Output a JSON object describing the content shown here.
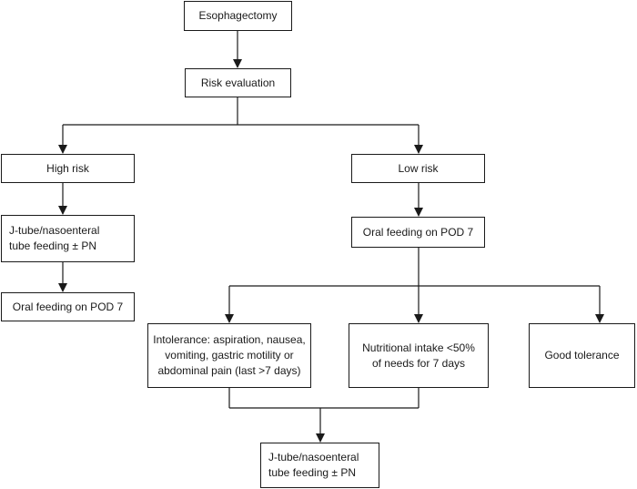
{
  "diagram": {
    "nodes": {
      "esophagectomy": "Esophagectomy",
      "risk_evaluation": "Risk evaluation",
      "high_risk": "High risk",
      "low_risk": "Low risk",
      "jtube_left": "J-tube/nasoenteral\ntube feeding ± PN",
      "oral_left": "Oral feeding on POD 7",
      "oral_right": "Oral feeding on POD 7",
      "intolerance": "Intolerance: aspiration, nausea,\nvomiting, gastric motility or\nabdominal pain (last >7 days)",
      "nutritional": "Nutritional intake <50%\nof needs for 7 days",
      "good_tolerance": "Good tolerance",
      "jtube_bottom": "J-tube/nasoenteral\ntube feeding ± PN"
    },
    "line_color": "#1a1a1a"
  }
}
